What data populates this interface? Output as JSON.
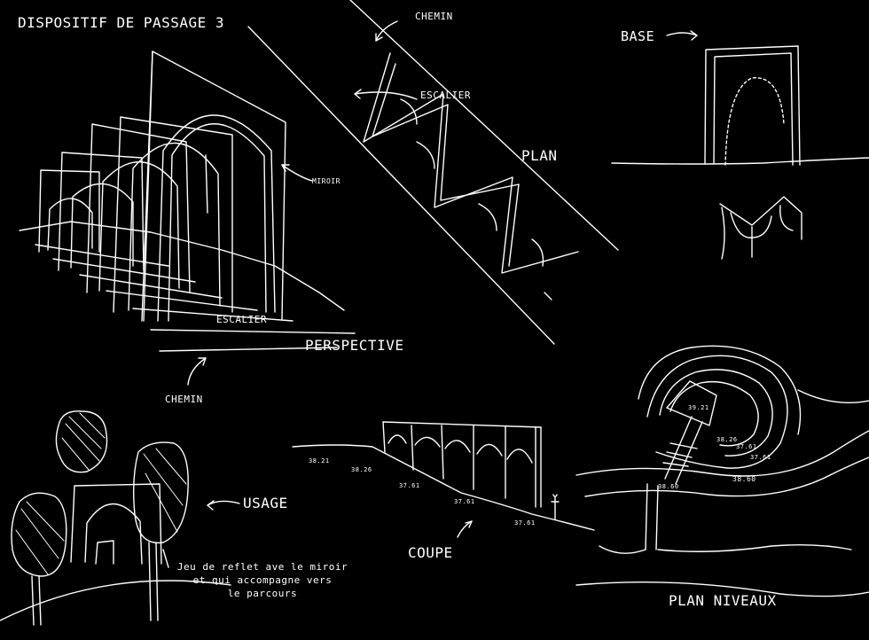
{
  "title": "DISPOSITIF DE PASSAGE 3",
  "perspective": {
    "label": "PERSPECTIVE",
    "miroir": "MIROIR",
    "escalier": "ESCALIER",
    "chemin": "CHEMIN"
  },
  "plan": {
    "label": "PLAN",
    "chemin": "CHEMIN",
    "escalier": "ESCALIER"
  },
  "base": {
    "label": "BASE"
  },
  "usage": {
    "label": "USAGE",
    "note_lines": [
      "Jeu de reflet ave le miroir",
      "et qui accompagne vers",
      "le parcours"
    ]
  },
  "coupe": {
    "label": "COUPE",
    "levels": [
      "38.21",
      "38.26",
      "37.61",
      "37.61",
      "37.61"
    ]
  },
  "plan_niveaux": {
    "label": "PLAN NIVEAUX",
    "levels": [
      "39.21",
      "38.26",
      "37.61",
      "37.61",
      "38.60",
      "38.60"
    ]
  },
  "colors": {
    "background": "#000000",
    "ink": "#ffffff"
  }
}
